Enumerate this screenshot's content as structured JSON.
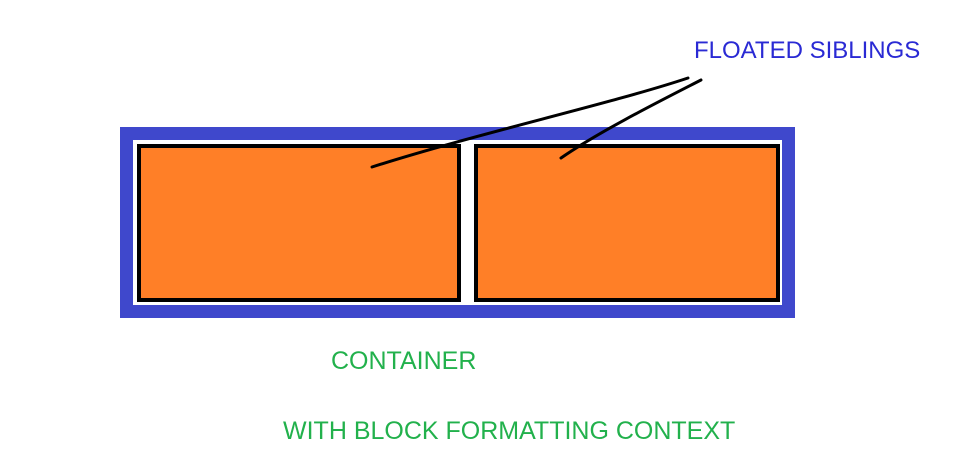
{
  "diagram": {
    "title_label": "FLOATED SIBLINGS",
    "container_label": "CONTAINER",
    "footer_label": "WITH BLOCK FORMATTING CONTEXT"
  },
  "colors": {
    "label_blue": "#2a2ad4",
    "container_blue": "#3f48cc",
    "box_orange": "#ff7f27",
    "text_green": "#22b14c",
    "line_black": "#000000"
  }
}
